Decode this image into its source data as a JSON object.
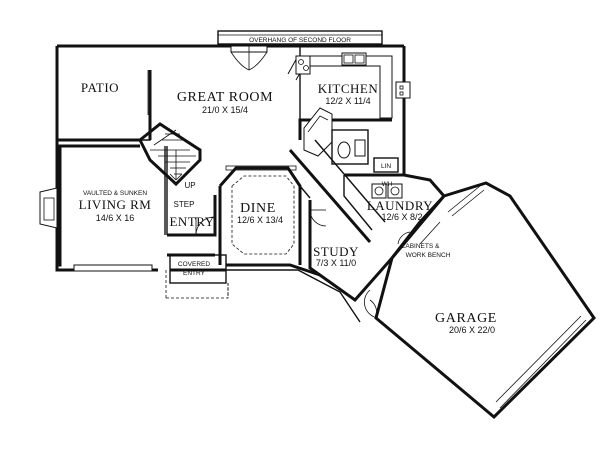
{
  "overhang_label": "OVERHANG OF SECOND FLOOR",
  "rooms": {
    "patio": {
      "name": "PATIO"
    },
    "great_room": {
      "name": "GREAT ROOM",
      "size": "21/0 X 15/4"
    },
    "kitchen": {
      "name": "KITCHEN",
      "size": "12/2 X 11/4"
    },
    "living": {
      "note": "VAULTED & SUNKEN",
      "name": "LIVING RM",
      "size": "14/6 X 16"
    },
    "dine": {
      "name": "DINE",
      "size": "12/6 X 13/4"
    },
    "entry": {
      "name": "ENTRY"
    },
    "covered_entry": {
      "line1": "COVERED",
      "line2": "ENTRY"
    },
    "study": {
      "name": "STUDY",
      "size": "7/3 X 11/0"
    },
    "laundry": {
      "name": "LAUNDRY",
      "size": "12/6 X 8/2"
    },
    "garage": {
      "name": "GARAGE",
      "size": "20/6 X 22/0"
    }
  },
  "stair_labels": {
    "up": "UP",
    "step": "STEP"
  },
  "small_labels": {
    "lin": "LIN",
    "wh": "WH",
    "garage_note_1": "CABINETS &",
    "garage_note_2": "WORK BENCH"
  },
  "colors": {
    "ink": "#111111",
    "paper": "#ffffff"
  }
}
